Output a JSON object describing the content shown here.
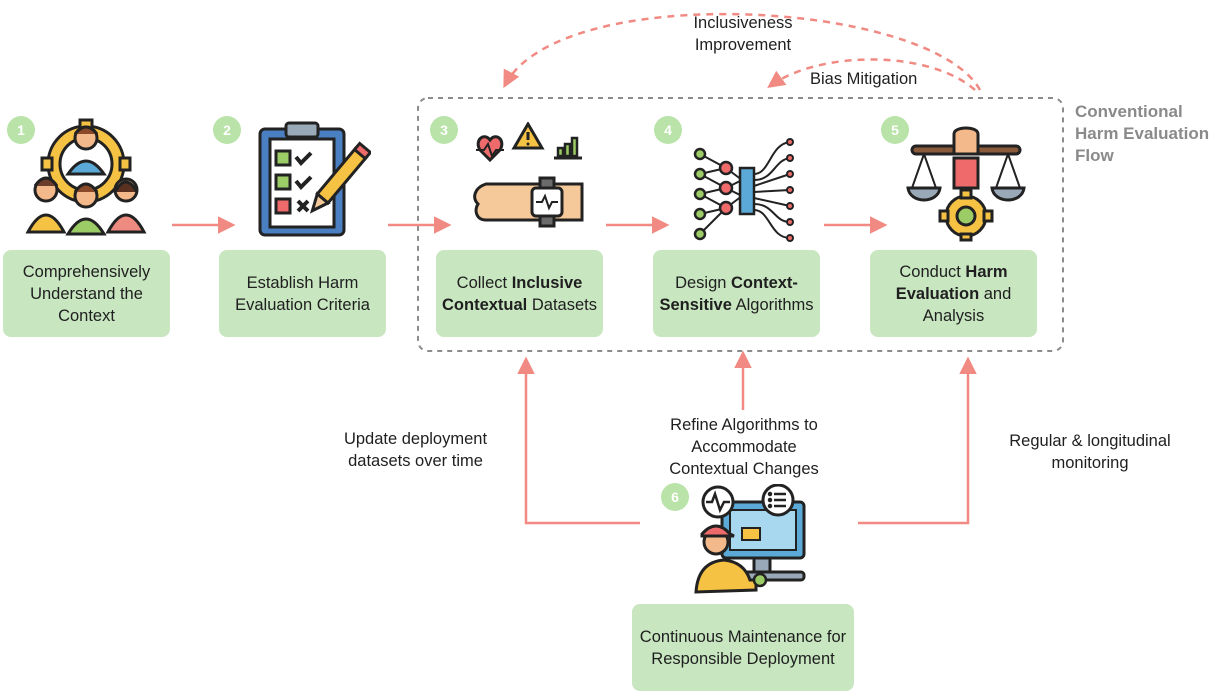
{
  "steps": [
    {
      "number": "1",
      "icon": "team-people-icon",
      "parts": [
        {
          "text": "Comprehensively Understand the Context",
          "bold": false
        }
      ]
    },
    {
      "number": "2",
      "icon": "clipboard-checklist-icon",
      "parts": [
        {
          "text": "Establish Harm Evaluation Criteria",
          "bold": false
        }
      ]
    },
    {
      "number": "3",
      "icon": "wearable-sensor-icon",
      "parts": [
        {
          "text": "Collect ",
          "bold": false
        },
        {
          "text": "Inclusive Contextual",
          "bold": true
        },
        {
          "text": " Datasets",
          "bold": false
        }
      ]
    },
    {
      "number": "4",
      "icon": "neural-network-chip-icon",
      "parts": [
        {
          "text": "Design ",
          "bold": false
        },
        {
          "text": "Context-Sensitive",
          "bold": true
        },
        {
          "text": " Algorithms",
          "bold": false
        }
      ]
    },
    {
      "number": "5",
      "icon": "balance-scale-gear-icon",
      "parts": [
        {
          "text": "Conduct ",
          "bold": false
        },
        {
          "text": "Harm Evaluation",
          "bold": true
        },
        {
          "text": " and Analysis",
          "bold": false
        }
      ]
    },
    {
      "number": "6",
      "icon": "monitoring-engineer-icon",
      "parts": [
        {
          "text": "Continuous Maintenance for Responsible Deployment",
          "bold": false
        }
      ]
    }
  ],
  "flow_label": "Conventional Harm Evaluation Flow",
  "feedback": {
    "inclusiveness": "Inclusiveness Improvement",
    "bias": "Bias Mitigation",
    "update_datasets": "Update deployment datasets over time",
    "refine_algorithms": "Refine Algorithms to Accommodate Contextual Changes",
    "monitoring": "Regular & longitudinal monitoring"
  },
  "colors": {
    "box_fill": "#c8e6c0",
    "badge_fill": "#b9e3a8",
    "arrow": "#f08a82",
    "dashed_border": "#8c8c8c",
    "flow_label": "#8a8a8a"
  }
}
